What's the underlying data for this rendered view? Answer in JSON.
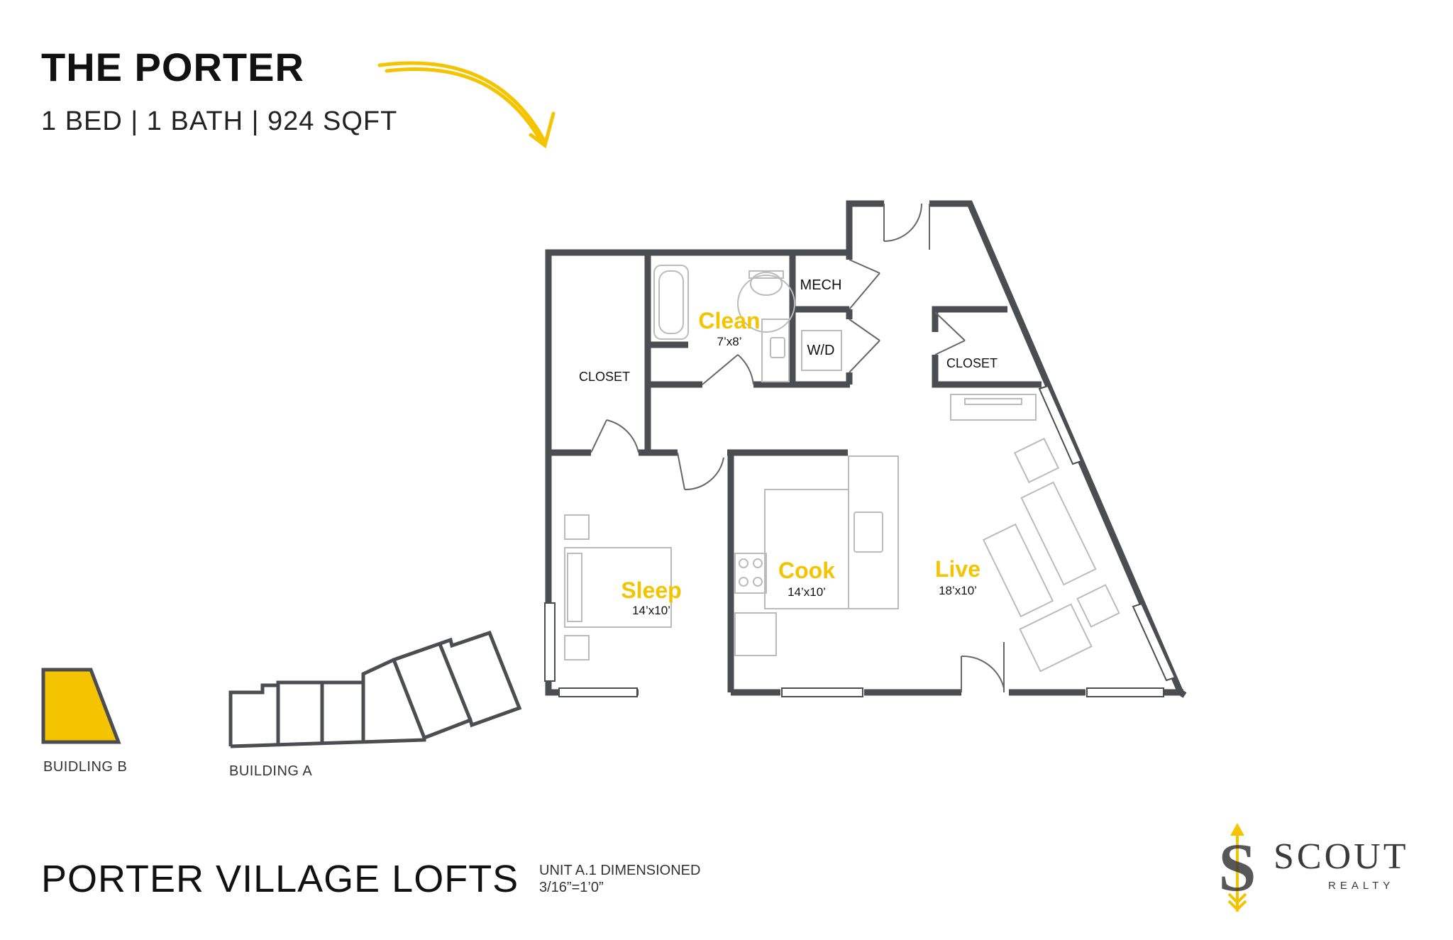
{
  "header": {
    "title": "THE PORTER",
    "subtitle": "1 BED | 1 BATH | 924 SQFT"
  },
  "rooms": {
    "clean": {
      "name": "Clean",
      "dim": "7’x8’"
    },
    "sleep": {
      "name": "Sleep",
      "dim": "14’x10’"
    },
    "cook": {
      "name": "Cook",
      "dim": "14’x10’"
    },
    "live": {
      "name": "Live",
      "dim": "18’x10’"
    },
    "closet_left": "CLOSET",
    "closet_right": "CLOSET",
    "mech": "MECH",
    "wd": "W/D"
  },
  "site": {
    "building_b": "BUIDLING B",
    "building_a": "BUILDING A"
  },
  "footer": {
    "title": "PORTER VILLAGE LOFTS",
    "unit": "UNIT A.1 DIMENSIONED",
    "scale": "3/16”=1’0”"
  },
  "logo": {
    "name": "SCOUT",
    "sub": "REALTY"
  },
  "colors": {
    "accent": "#f5c400",
    "wall": "#4a4d52",
    "fixture": "#bbbbbb"
  }
}
